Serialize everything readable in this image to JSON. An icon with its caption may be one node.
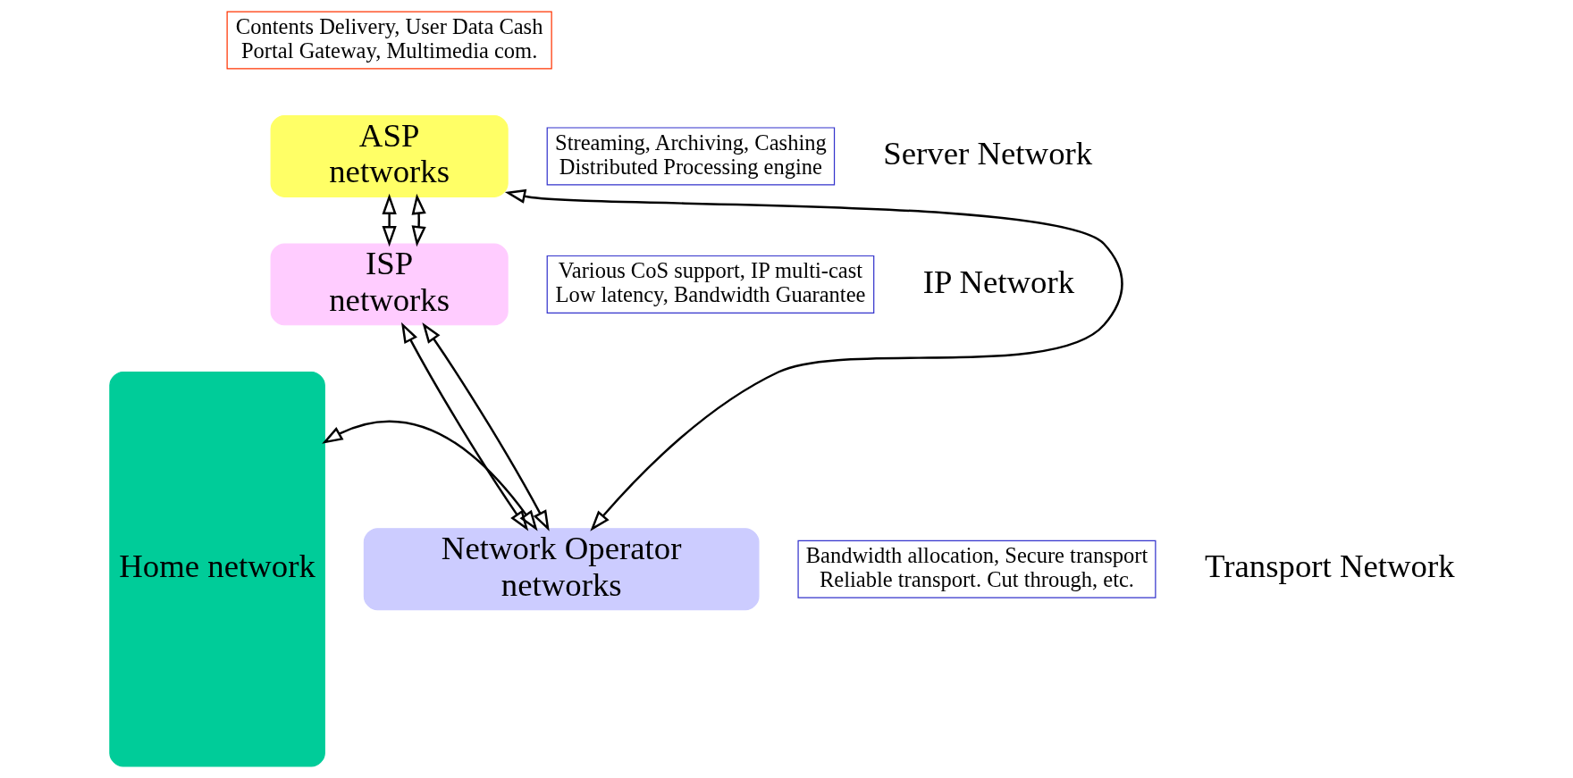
{
  "diagram": {
    "nodes": [
      {
        "text": [
          "Home network"
        ]
      },
      {
        "text": [
          "ASP networks"
        ]
      },
      {
        "text": [
          "ISP networks"
        ]
      },
      {
        "text": [
          "Network Operator networks"
        ]
      },
      {
        "text": [
          "Contents Delivery, User Data Cash Portal Gateway, Multimedia com."
        ]
      },
      {
        "text": [
          "Streaming, Archiving, Cashing Distributed Processing engine"
        ]
      },
      {
        "text": [
          "Various CoS support, IP multi-cast Low latency, Bandwidth Guarantee"
        ]
      },
      {
        "text": [
          "Bandwidth allocation, Secure transport Reliable transport. Cut through, etc."
        ]
      }
    ],
    "edges": [
      {
        "from": 1,
        "to": 2,
        "arrow": "both"
      },
      {
        "from": 1,
        "to": 2,
        "arrow": "both"
      },
      {
        "from": 2,
        "to": 3,
        "arrow": "both"
      },
      {
        "from": 2,
        "to": 3,
        "arrow": "both"
      },
      {
        "from": 1,
        "to": 3,
        "arrow": "both"
      },
      {
        "from": 0,
        "to": 3,
        "arrow": "both"
      }
    ],
    "labels": [
      "Server Network",
      "IP Network",
      "Transport Network"
    ]
  }
}
